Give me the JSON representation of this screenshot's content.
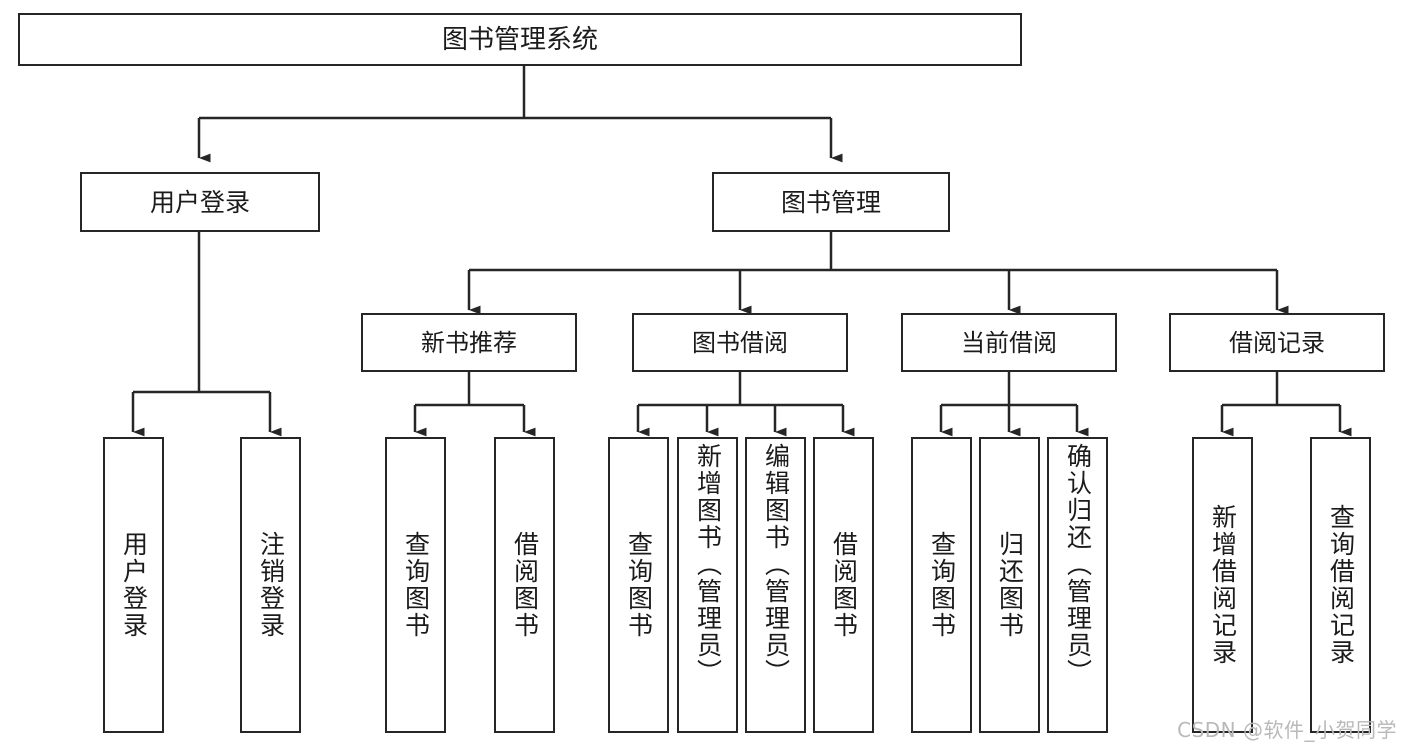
{
  "diagram": {
    "type": "tree-hierarchy",
    "title": "图书管理系统",
    "watermark": "CSDN @软件_小贺同学",
    "colors": {
      "stroke": "#262626",
      "text": "#1b1b1b",
      "background": "#ffffff",
      "watermark": "#b9b9b9"
    },
    "nodes": {
      "root": {
        "label": "图书管理系统"
      },
      "level2": [
        {
          "label": "用户登录"
        },
        {
          "label": "图书管理"
        }
      ],
      "level3": [
        {
          "label": "新书推荐"
        },
        {
          "label": "图书借阅"
        },
        {
          "label": "当前借阅"
        },
        {
          "label": "借阅记录"
        }
      ],
      "leaves": {
        "user_login": [
          {
            "label": "用户登录"
          },
          {
            "label": "注销登录"
          }
        ],
        "new_book_recommend": [
          {
            "label": "查询图书"
          },
          {
            "label": "借阅图书"
          }
        ],
        "book_borrow": [
          {
            "label": "查询图书"
          },
          {
            "label": "新增图书（管理员）"
          },
          {
            "label": "编辑图书（管理员）"
          },
          {
            "label": "借阅图书"
          }
        ],
        "current_borrow": [
          {
            "label": "查询图书"
          },
          {
            "label": "归还图书"
          },
          {
            "label": "确认归还（管理员）"
          }
        ],
        "borrow_record": [
          {
            "label": "新增借阅记录"
          },
          {
            "label": "查询借阅记录"
          }
        ]
      }
    }
  }
}
